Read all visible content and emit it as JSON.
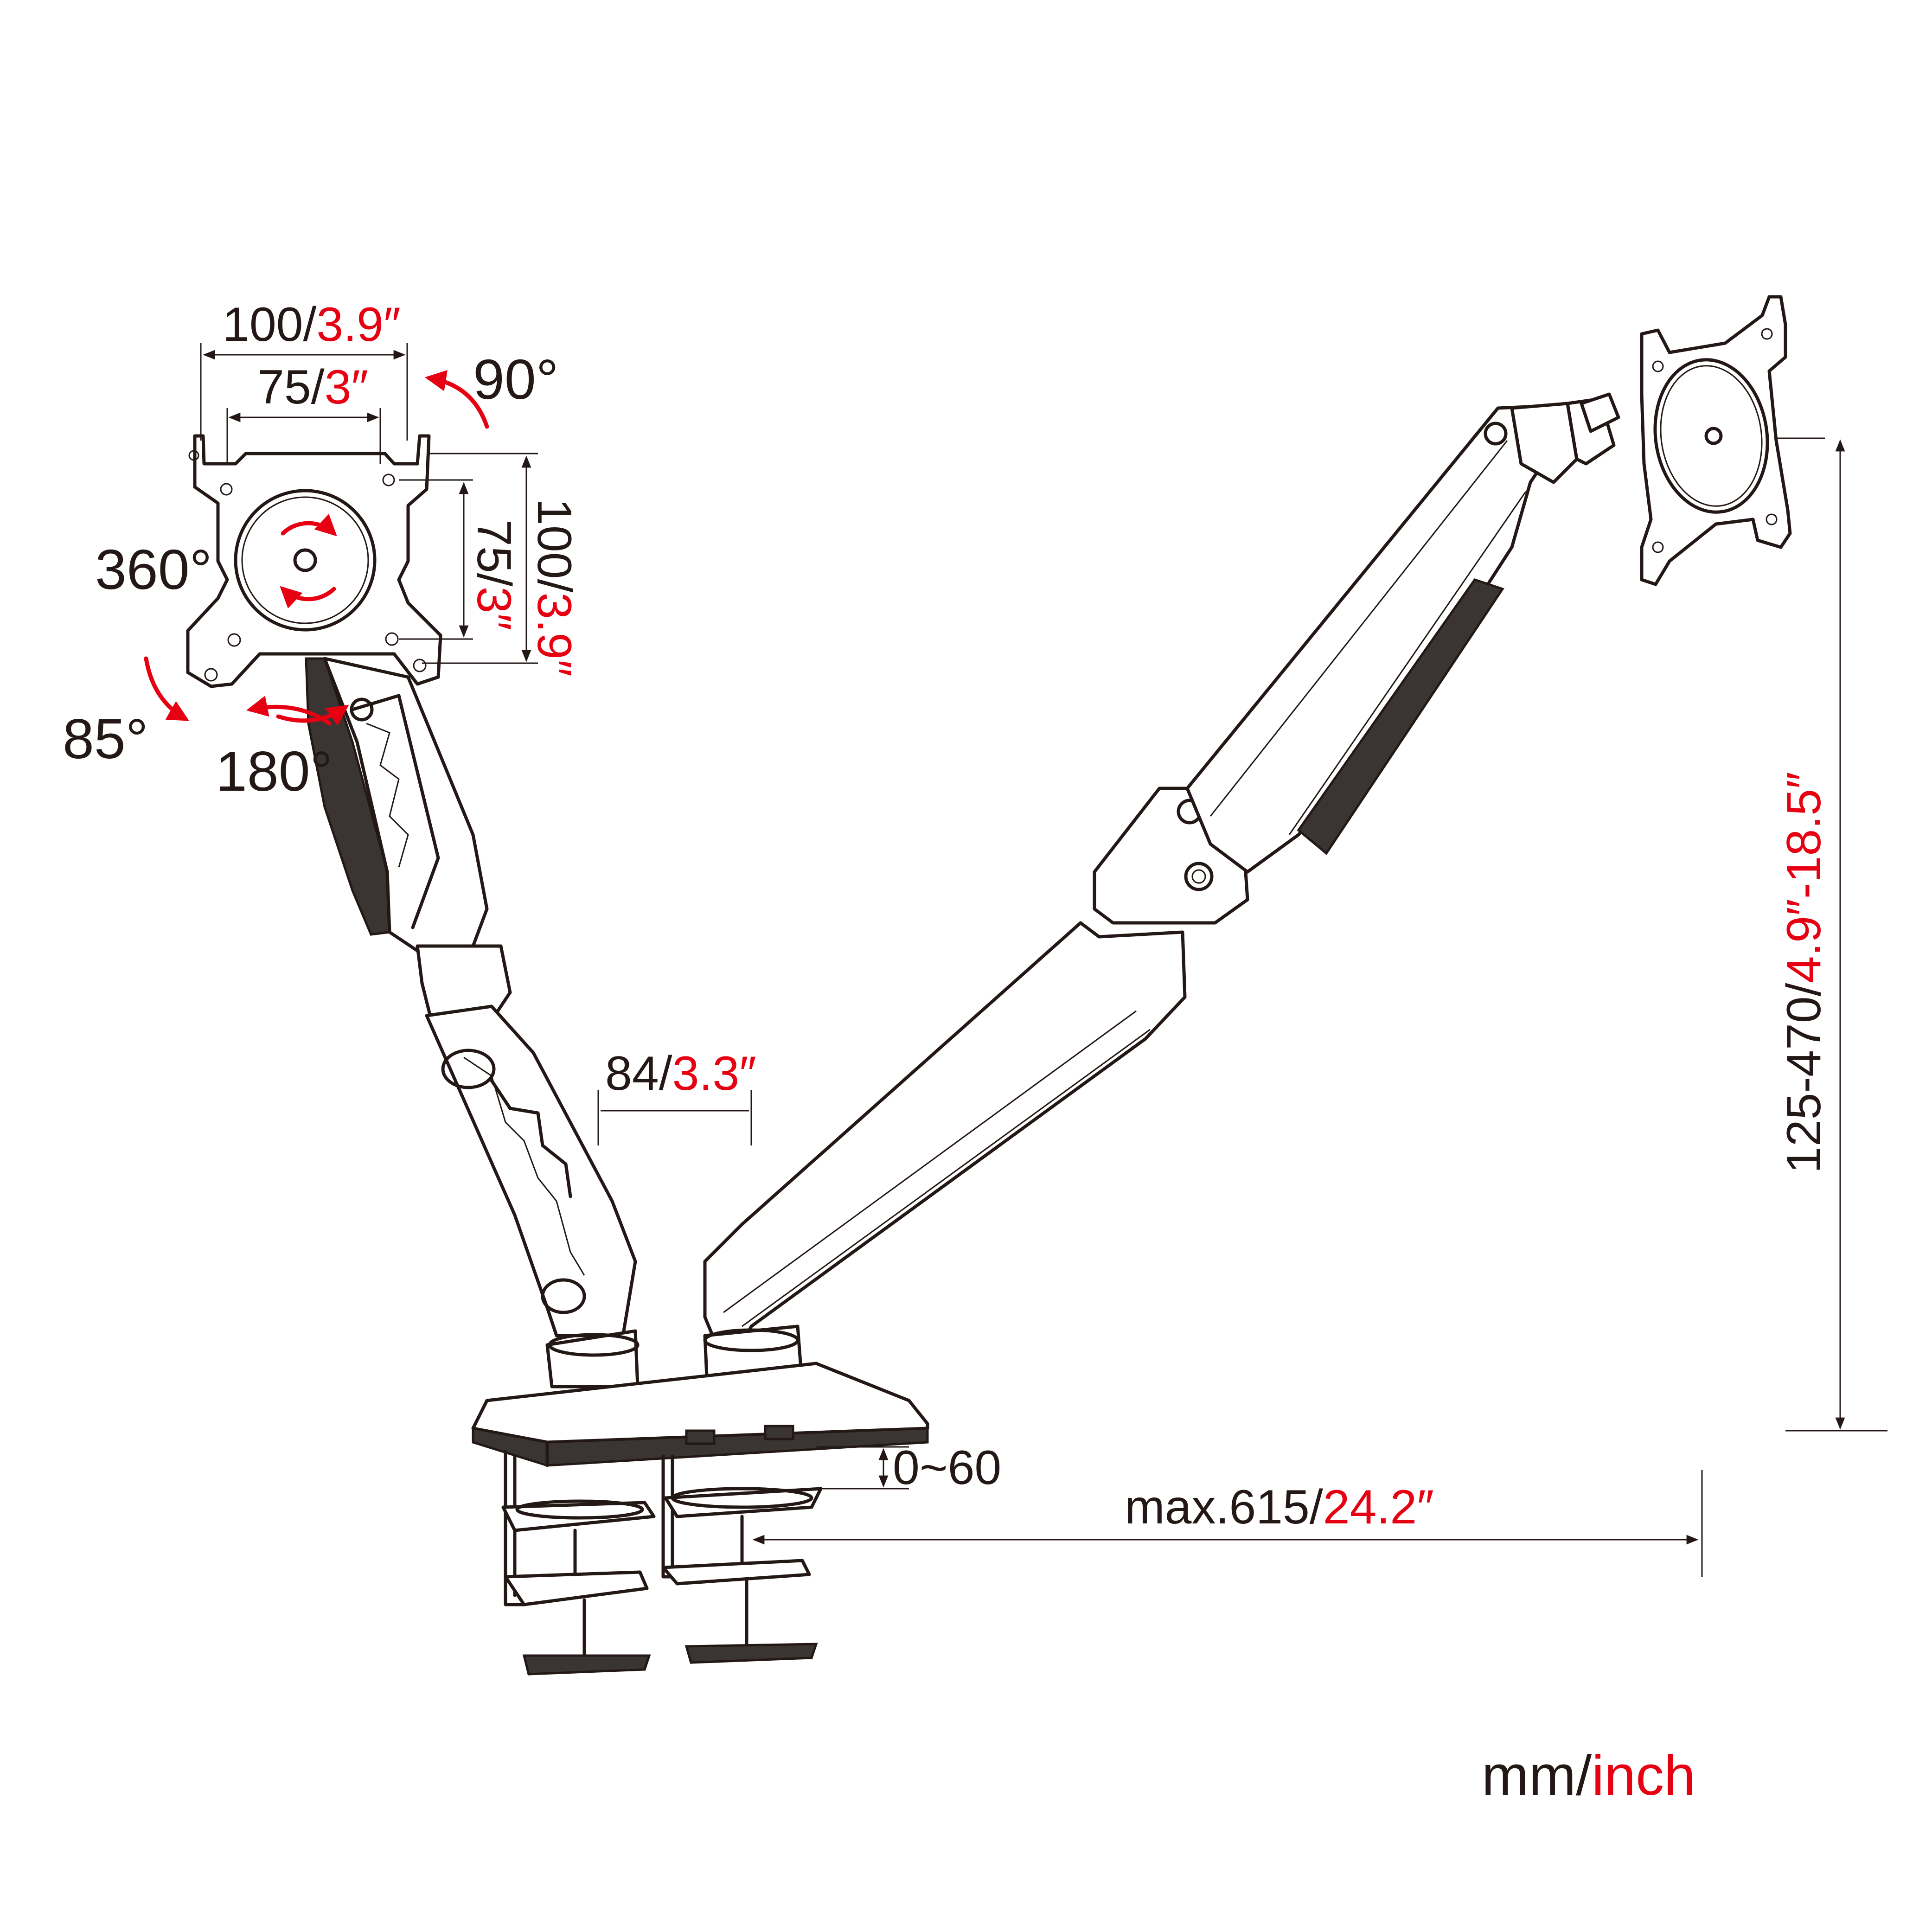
{
  "vesa": {
    "width_outer_mm": "100/",
    "width_outer_in": "3.9″",
    "width_inner_mm": "75/",
    "width_inner_in": "3″",
    "height_outer_mm": "100/",
    "height_outer_in": "3.9″",
    "height_inner_mm": "75/",
    "height_inner_in": "3″"
  },
  "rotation": {
    "tilt_up": "90°",
    "swivel": "360°",
    "tilt_down": "85°",
    "pan": "180°"
  },
  "dimensions": {
    "pole_gap_mm": "84/",
    "pole_gap_in": "3.3″",
    "clamp_range": "0~60",
    "reach_mm": "max.615/",
    "reach_in": "24.2″",
    "height_mm": "125-470/",
    "height_in": "4.9″-18.5″"
  },
  "units": {
    "metric": "mm/",
    "imperial": "inch"
  },
  "colors": {
    "line": "#231815",
    "accent": "#e60012"
  }
}
